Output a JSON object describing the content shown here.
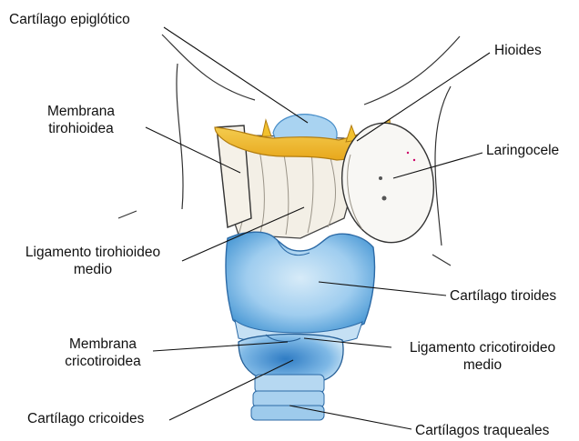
{
  "labels": {
    "cartilago_epiglotico": "Cartílago epiglótico",
    "hioides": "Hioides",
    "membrana_tirohioidea_1": "Membrana",
    "membrana_tirohioidea_2": "tirohioidea",
    "laringocele": "Laringocele",
    "ligamento_tirohioideo_medio_1": "Ligamento tirohioideo",
    "ligamento_tirohioideo_medio_2": "medio",
    "cartilago_tiroides": "Cartílago tiroides",
    "membrana_cricotiroidea_1": "Membrana",
    "membrana_cricotiroidea_2": "cricotiroidea",
    "ligamento_cricotiroideo_medio_1": "Ligamento cricotiroideo",
    "ligamento_cricotiroideo_medio_2": "medio",
    "cartilago_cricoides": "Cartílago cricoides",
    "cartilagos_traqueales": "Cartílagos traqueales"
  },
  "colors": {
    "hyoid": "#f2c12e",
    "cartilage_blue": "#8ec3ea",
    "cartilage_blue_dark": "#3f8fd0",
    "membrane": "#f1ede4",
    "laryngocele": "#f8f7f4"
  }
}
